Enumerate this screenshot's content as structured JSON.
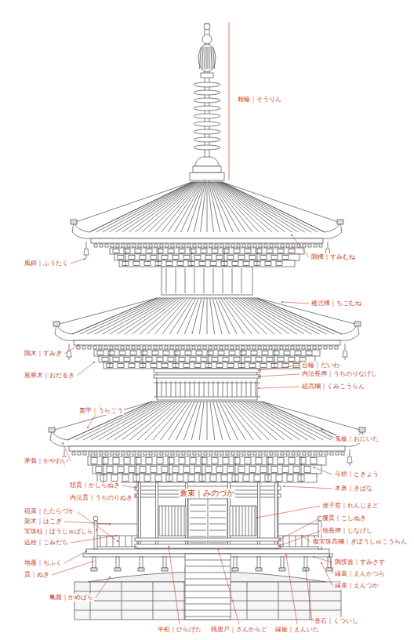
{
  "diagram": {
    "labels": [
      "相輪｜そうりん",
      "風鐸｜ふうたく",
      "隅棟｜すみむね",
      "稚児棟｜ちごむね",
      "隅木｜すみぎ",
      "尾垂木｜おだるき",
      "台輪｜だいわ",
      "内法長押｜うちのりなげし",
      "組高欄｜くみこうらん",
      "裏甲｜うらごう",
      "鬼板｜おにいた",
      "茅負｜かやおい",
      "斗栱｜ときょう",
      "木鼻｜きばな",
      "頭貫｜かしらぬき",
      "内法貫｜うちのりぬき",
      "蓑束｜みのづか",
      "連子窓｜れんじまど",
      "腰貫｜こしぬき",
      "地長押｜じなげし",
      "擬宝珠高欄｜ぎぼうしゅこうらん",
      "稲束｜たたらづか",
      "架木｜はこぎ",
      "宝珠柱｜ほうじゅばしら",
      "込栓｜こみだち",
      "地覆｜ぢふく",
      "貫｜ぬき",
      "亀腹｜かめばら",
      "隅扠首｜すみさす",
      "縁葛｜えんかつら",
      "縁束｜えんつか",
      "沓石｜くついし",
      "平桁｜ひらげた",
      "桟唐戸｜さんからど",
      "縁板｜えんいた"
    ]
  }
}
